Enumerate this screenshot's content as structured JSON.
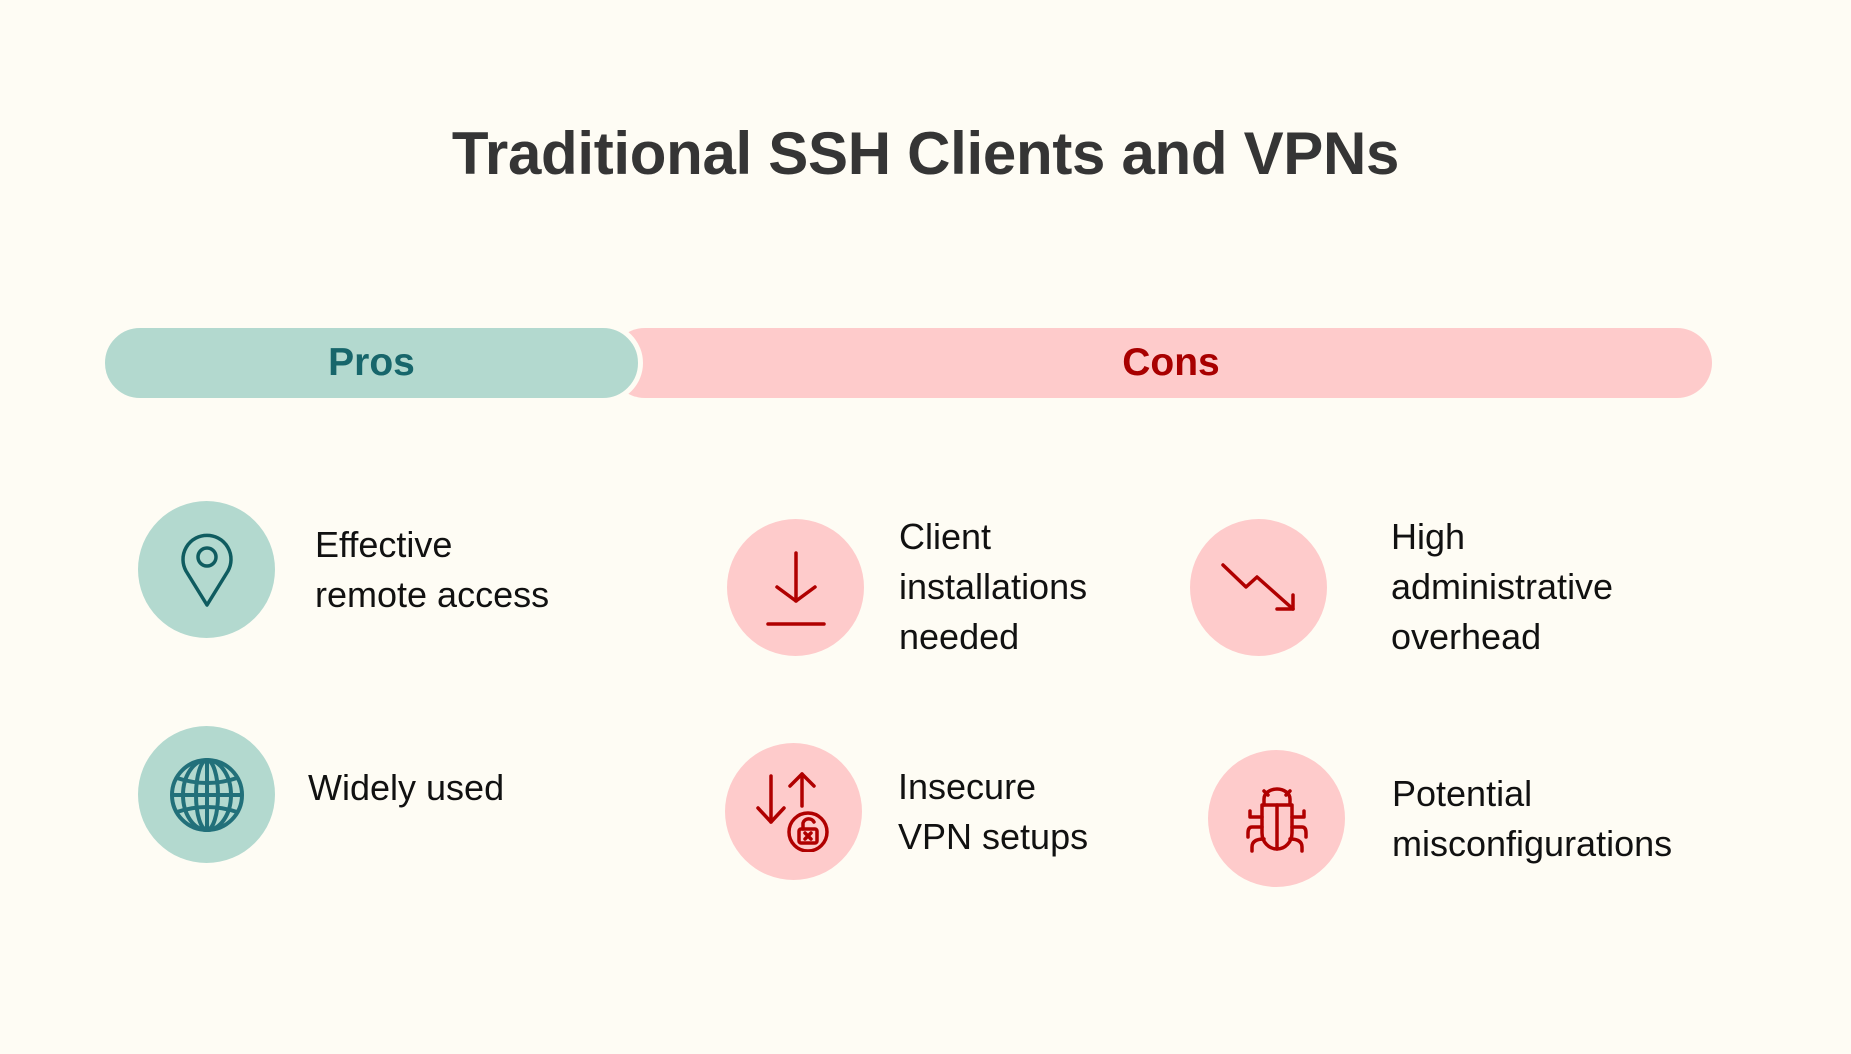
{
  "title": "Traditional SSH Clients and VPNs",
  "colors": {
    "background": "#fefcf4",
    "pros_fill": "#b3d9cf",
    "pros_text": "#17666b",
    "cons_fill": "#fecbcb",
    "cons_text": "#a80000",
    "title_text": "#353535"
  },
  "headers": {
    "pros": "Pros",
    "cons": "Cons"
  },
  "pros": [
    {
      "icon": "map-pin-icon",
      "text": "Effective\nremote access"
    },
    {
      "icon": "globe-icon",
      "text": "Widely used"
    }
  ],
  "cons": [
    {
      "icon": "download-icon",
      "text": "Client\ninstallations\nneeded"
    },
    {
      "icon": "trend-down-icon",
      "text": "High\nadministrative\noverhead"
    },
    {
      "icon": "insecure-transfer-lock-icon",
      "text": "Insecure\nVPN setups"
    },
    {
      "icon": "bug-icon",
      "text": "Potential\nmisconfigurations"
    }
  ]
}
